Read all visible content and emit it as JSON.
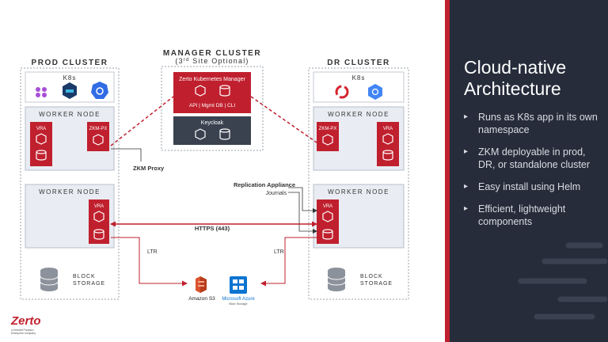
{
  "slide": {
    "title": "Cloud-native Architecture",
    "bullets": [
      "Runs as K8s app in its own namespace",
      "ZKM deployable in prod, DR, or standalone cluster",
      "Easy install using Helm",
      "Efficient, lightweight components"
    ]
  },
  "diagram": {
    "prod_cluster": {
      "label": "PROD CLUSTER",
      "k8s_label": "K8s",
      "worker_node_1": "WORKER NODE",
      "worker_node_2": "WORKER NODE",
      "vra_1": "VRA",
      "zkm_px": "ZKM-PX",
      "vra_2": "VRA",
      "storage_line1": "BLOCK",
      "storage_line2": "STORAGE"
    },
    "manager_cluster": {
      "label": "MANAGER CLUSTER",
      "sub_pre": "(3",
      "sub_sup": "rd",
      "sub_post": " Site Optional)",
      "zkm_title": "Zerto Kubernetes Manager",
      "zkm_components": "API  |  Mgmt DB  |  CLI",
      "keycloak": "Keycloak"
    },
    "dr_cluster": {
      "label": "DR CLUSTER",
      "k8s_label": "K8s",
      "worker_node_1": "WORKER NODE",
      "worker_node_2": "WORKER NODE",
      "zkm_px": "ZKM-PX",
      "vra_1": "VRA",
      "vra_2": "VRA",
      "storage_line1": "BLOCK",
      "storage_line2": "STORAGE"
    },
    "zkm_proxy_label": "ZKM Proxy",
    "replication_label": "Replication Appliance",
    "journals_label": "Journals",
    "https_label": "HTTPS (443)",
    "ltr_left": "LTR",
    "ltr_right": "LTR",
    "amazon_s3": "Amazon S3",
    "azure_line1": "Microsoft Azure",
    "azure_line2": "Blob Storage"
  },
  "logo": {
    "word": "Zerto",
    "tagline": "a Hewlett Packard Enterprise company"
  },
  "colors": {
    "accent_red": "#c0202e",
    "dark_panel": "#262c3a",
    "node_fill": "#e9ecf2",
    "keycloak_fill": "#3a4250",
    "k8s_blue": "#326ce5"
  }
}
